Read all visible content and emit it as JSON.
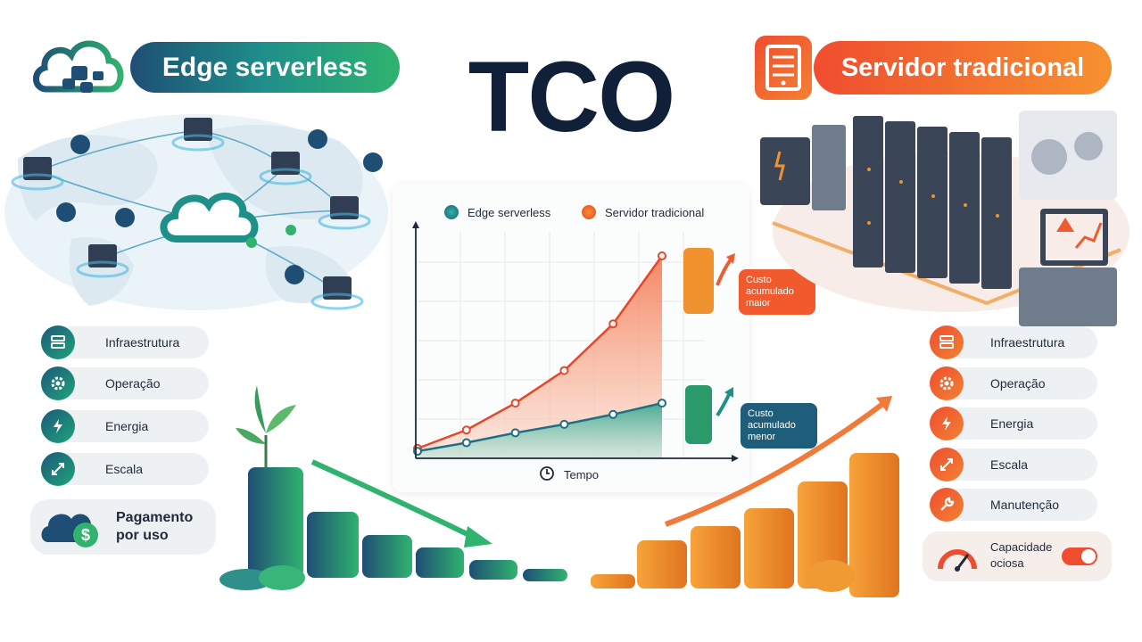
{
  "title": "TCO",
  "left_header": {
    "label": "Edge serverless"
  },
  "right_header": {
    "label": "Servidor tradicional"
  },
  "left_items": [
    {
      "label": "Infraestrutura",
      "icon": "server-icon"
    },
    {
      "label": "Operação",
      "icon": "gear-icon"
    },
    {
      "label": "Energia",
      "icon": "lightning-icon"
    },
    {
      "label": "Escala",
      "icon": "expand-arrows-icon"
    }
  ],
  "pay_per_use": {
    "label_line1": "Pagamento",
    "label_line2": "por uso",
    "icon": "cloud-dollar-icon"
  },
  "right_items": [
    {
      "label": "Infraestrutura",
      "icon": "server-icon"
    },
    {
      "label": "Operação",
      "icon": "gear-icon"
    },
    {
      "label": "Energia",
      "icon": "lightning-icon"
    },
    {
      "label": "Escala",
      "icon": "expand-arrows-icon"
    },
    {
      "label": "Manutenção",
      "icon": "wrench-icon"
    }
  ],
  "idle_capacity": {
    "label_line1": "Capacidade",
    "label_line2": "ociosa",
    "icon": "gauge-icon"
  },
  "chart_data": {
    "type": "area",
    "xlabel": "Tempo",
    "ylabel": "",
    "legend_placement": "top",
    "grid": true,
    "x": [
      0,
      1,
      2,
      3,
      4,
      5
    ],
    "series": [
      {
        "name": "Edge serverless",
        "color": "#1e9a8a",
        "values": [
          0.5,
          1.1,
          1.8,
          2.4,
          3.1,
          3.9
        ]
      },
      {
        "name": "Servidor tradicional",
        "color": "#ef5a2f",
        "values": [
          0.7,
          2.0,
          3.9,
          6.2,
          9.5,
          14.3
        ]
      }
    ],
    "ylim": [
      0,
      16
    ],
    "annotations": [
      {
        "text": "Custo acumulado maior",
        "series": "Servidor tradicional"
      },
      {
        "text": "Custo acumulado menor",
        "series": "Edge serverless"
      }
    ]
  },
  "colors": {
    "green": "#1fa37a",
    "navy": "#1f4e74",
    "orange": "#ef5a2f",
    "accent_orange": "#f7912f"
  }
}
